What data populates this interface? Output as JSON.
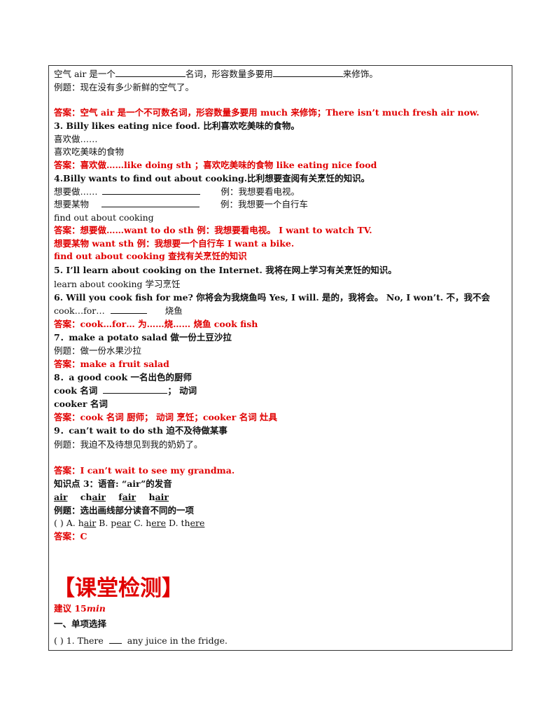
{
  "lines": {
    "l1a": "空气 air 是一个",
    "l1b": "名词，形容数量多要用",
    "l1c": "来修饰。",
    "l2": "例题：现在没有多少新鲜的空气了。",
    "a1": "答案：空气 air 是一个不可数名词，形容数量多要用 much 来修饰；There isn’t much fresh air now.",
    "q3": "3. Billy likes eating nice food. 比利喜欢吃美味的食物。",
    "q3a": "喜欢做……",
    "q3b": "喜欢吃美味的食物",
    "a3": "答案：喜欢做……like doing sth ；喜欢吃美味的食物 like eating nice food",
    "q4": "4.Billy wants to find out about cooking.比利想要查阅有关烹饪的知识。",
    "q4a": "想要做……",
    "q4a_ex": "例：我想要看电视。",
    "q4b": "想要某物",
    "q4b_ex": "例：我想要一个自行车",
    "q4c": "find out about cooking",
    "a4a": "答案：想要做……want to do sth 例：我想要看电视。 I want to watch TV.",
    "a4b": "想要某物    want sth     例：我想要一个自行车 I want a bike.",
    "a4c": "find out about cooking 查找有关烹饪的知识",
    "q5": "5. I’ll learn about cooking on the Internet. 我将在网上学习有关烹饪的知识。",
    "q5a": "learn about cooking 学习烹饪",
    "q6": "6. Will you cook fish for me? 你将会为我烧鱼吗    Yes, I will. 是的，我将会。    No, I won’t. 不，我不会",
    "q6a": "cook…for…",
    "q6a2": "烧鱼",
    "a6": "答案：cook…for… 为……烧……          烧鱼 cook fish",
    "q7": "7．make a potato salad 做一份土豆沙拉",
    "q7a": "例题：做一份水果沙拉",
    "a7": "答案：make a fruit salad",
    "q8": "8．a good cook 一名出色的厨师",
    "q8a1": "cook 名词",
    "q8a2": "；   动词",
    "q8b": "cooker 名词",
    "a8": "答案：cook 名词  厨师；  动词  烹饪；cooker 名词  灶具",
    "q9": "9．can’t wait to do sth 迫不及待做某事",
    "q9a": "例题：我迫不及待想见到我的奶奶了。",
    "a9": "答案：I can’t wait to see my grandma.",
    "k3": "知识点 3：语音: “air”的发音",
    "ex": "例题：选出画线部分读音不同的一项",
    "ans": "答案：C"
  },
  "air_words": [
    {
      "pre": "",
      "u": "air",
      "post": ""
    },
    {
      "pre": "ch",
      "u": "air",
      "post": ""
    },
    {
      "pre": "f",
      "u": "air",
      "post": ""
    },
    {
      "pre": "h",
      "u": "air",
      "post": ""
    }
  ],
  "options": {
    "paren": "(    )",
    "a": {
      "pre": "A. h",
      "u": "air"
    },
    "b": {
      "pre": "B. p",
      "u": "ear"
    },
    "c": {
      "pre": "C. h",
      "u": "ere"
    },
    "d": {
      "pre": "D. th",
      "u": "ere"
    }
  },
  "section": {
    "title": "【课堂检测】",
    "suggest": "建议 15",
    "suggest_unit": "min",
    "part1": "一、单项选择",
    "item1_paren": "(    )",
    "item1_a": "1. There",
    "item1_b": "any juice in the fridge."
  },
  "colors": {
    "answer": "#e00000",
    "text": "#111111"
  }
}
